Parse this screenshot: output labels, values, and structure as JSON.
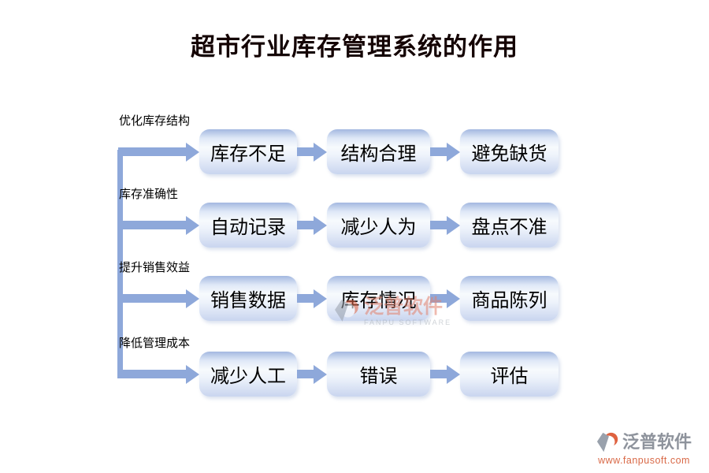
{
  "title": "超市行业库存管理系统的作用",
  "rows": [
    {
      "label": "优化库存结构",
      "boxes": [
        "库存不足",
        "结构合理",
        "避免缺货"
      ]
    },
    {
      "label": "库存准确性",
      "boxes": [
        "自动记录",
        "减少人为",
        "盘点不准"
      ]
    },
    {
      "label": "提升销售效益",
      "boxes": [
        "销售数据",
        "库存情况",
        "商品陈列"
      ]
    },
    {
      "label": "降低管理成本",
      "boxes": [
        "减少人工",
        "错误",
        "评估"
      ]
    }
  ],
  "watermark_center": {
    "brand": "泛普软件",
    "subtitle": "FANPU SOFTWARE"
  },
  "footer_brand": {
    "name": "泛普软件",
    "url": "www.fanpusoft.com"
  },
  "colors": {
    "arrow_blue": "#8ea8da",
    "box_gradient_top": "#a3b8e0",
    "box_gradient_bottom": "#c9d5ef",
    "brand_orange": "#df6240",
    "brand_gray": "#99a1ac",
    "url_orange": "#d96a48"
  }
}
